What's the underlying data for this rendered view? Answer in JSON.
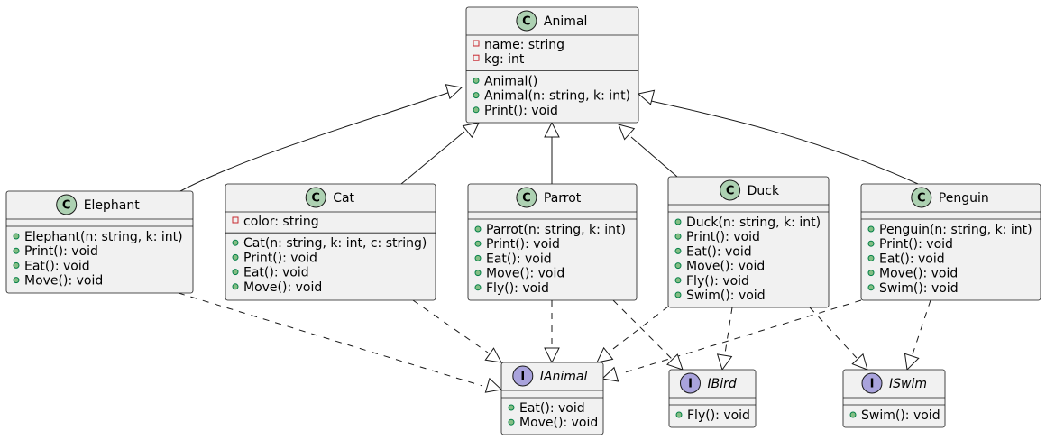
{
  "colors": {
    "class_badge": "#add1b2",
    "interface_badge": "#a9a3dc",
    "box_fill": "#f1f1f1",
    "stroke": "#181818",
    "public_marker": "#84be84",
    "private_marker": "#c82930"
  },
  "classes": {
    "animal": {
      "kind": "class",
      "badge": "C",
      "name": "Animal",
      "fields": [
        {
          "vis": "private",
          "text": "name: string"
        },
        {
          "vis": "private",
          "text": "kg: int"
        }
      ],
      "methods": [
        {
          "vis": "public",
          "text": "Animal()"
        },
        {
          "vis": "public",
          "text": "Animal(n: string, k: int)"
        },
        {
          "vis": "public",
          "text": "Print(): void"
        }
      ]
    },
    "elephant": {
      "kind": "class",
      "badge": "C",
      "name": "Elephant",
      "fields": [],
      "methods": [
        {
          "vis": "public",
          "text": "Elephant(n: string, k: int)"
        },
        {
          "vis": "public",
          "text": "Print(): void"
        },
        {
          "vis": "public",
          "text": "Eat(): void"
        },
        {
          "vis": "public",
          "text": "Move(): void"
        }
      ]
    },
    "cat": {
      "kind": "class",
      "badge": "C",
      "name": "Cat",
      "fields": [
        {
          "vis": "private",
          "text": "color: string"
        }
      ],
      "methods": [
        {
          "vis": "public",
          "text": "Cat(n: string, k: int, c: string)"
        },
        {
          "vis": "public",
          "text": "Print(): void"
        },
        {
          "vis": "public",
          "text": "Eat(): void"
        },
        {
          "vis": "public",
          "text": "Move(): void"
        }
      ]
    },
    "parrot": {
      "kind": "class",
      "badge": "C",
      "name": "Parrot",
      "fields": [],
      "methods": [
        {
          "vis": "public",
          "text": "Parrot(n: string, k: int)"
        },
        {
          "vis": "public",
          "text": "Print(): void"
        },
        {
          "vis": "public",
          "text": "Eat(): void"
        },
        {
          "vis": "public",
          "text": "Move(): void"
        },
        {
          "vis": "public",
          "text": "Fly(): void"
        }
      ]
    },
    "duck": {
      "kind": "class",
      "badge": "C",
      "name": "Duck",
      "fields": [],
      "methods": [
        {
          "vis": "public",
          "text": "Duck(n: string, k: int)"
        },
        {
          "vis": "public",
          "text": "Print(): void"
        },
        {
          "vis": "public",
          "text": "Eat(): void"
        },
        {
          "vis": "public",
          "text": "Move(): void"
        },
        {
          "vis": "public",
          "text": "Fly(): void"
        },
        {
          "vis": "public",
          "text": "Swim(): void"
        }
      ]
    },
    "penguin": {
      "kind": "class",
      "badge": "C",
      "name": "Penguin",
      "fields": [],
      "methods": [
        {
          "vis": "public",
          "text": "Penguin(n: string, k: int)"
        },
        {
          "vis": "public",
          "text": "Print(): void"
        },
        {
          "vis": "public",
          "text": "Eat(): void"
        },
        {
          "vis": "public",
          "text": "Move(): void"
        },
        {
          "vis": "public",
          "text": "Swim(): void"
        }
      ]
    },
    "ianimal": {
      "kind": "interface",
      "badge": "I",
      "name": "IAnimal",
      "fields": [],
      "methods": [
        {
          "vis": "public",
          "text": "Eat(): void"
        },
        {
          "vis": "public",
          "text": "Move(): void"
        }
      ]
    },
    "ibird": {
      "kind": "interface",
      "badge": "I",
      "name": "IBird",
      "fields": [],
      "methods": [
        {
          "vis": "public",
          "text": "Fly(): void"
        }
      ]
    },
    "iswim": {
      "kind": "interface",
      "badge": "I",
      "name": "ISwim",
      "fields": [],
      "methods": [
        {
          "vis": "public",
          "text": "Swim(): void"
        }
      ]
    }
  },
  "relations": [
    {
      "from": "elephant",
      "to": "animal",
      "type": "extends"
    },
    {
      "from": "cat",
      "to": "animal",
      "type": "extends"
    },
    {
      "from": "parrot",
      "to": "animal",
      "type": "extends"
    },
    {
      "from": "duck",
      "to": "animal",
      "type": "extends"
    },
    {
      "from": "penguin",
      "to": "animal",
      "type": "extends"
    },
    {
      "from": "elephant",
      "to": "ianimal",
      "type": "implements"
    },
    {
      "from": "cat",
      "to": "ianimal",
      "type": "implements"
    },
    {
      "from": "parrot",
      "to": "ianimal",
      "type": "implements"
    },
    {
      "from": "duck",
      "to": "ianimal",
      "type": "implements"
    },
    {
      "from": "penguin",
      "to": "ianimal",
      "type": "implements"
    },
    {
      "from": "parrot",
      "to": "ibird",
      "type": "implements"
    },
    {
      "from": "duck",
      "to": "ibird",
      "type": "implements"
    },
    {
      "from": "duck",
      "to": "iswim",
      "type": "implements"
    },
    {
      "from": "penguin",
      "to": "iswim",
      "type": "implements"
    }
  ]
}
